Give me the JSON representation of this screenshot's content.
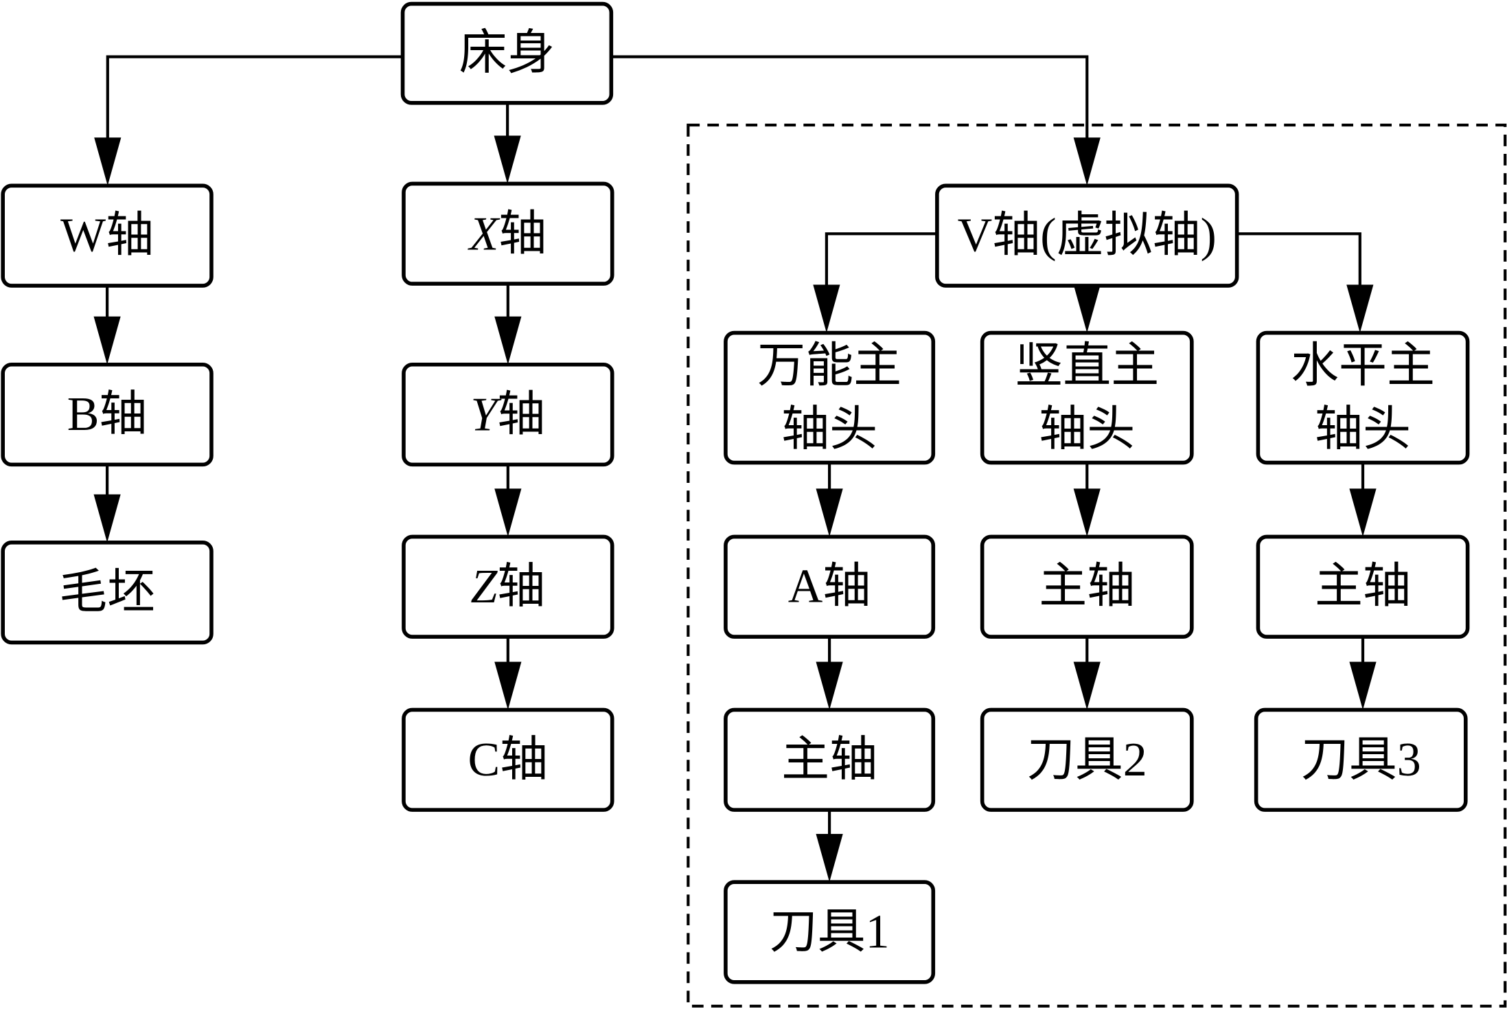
{
  "title": "机床运动链结构图",
  "colors": {
    "stroke": "#000000",
    "background": "#ffffff"
  },
  "group": {
    "name": "spindle-head-group",
    "style": "dashed"
  },
  "nodes": [
    {
      "id": "bed",
      "lines": [
        "床身"
      ]
    },
    {
      "id": "w_axis",
      "lines": [
        "W轴"
      ]
    },
    {
      "id": "b_axis",
      "lines": [
        "B轴"
      ]
    },
    {
      "id": "blank",
      "lines": [
        "毛坯"
      ]
    },
    {
      "id": "x_axis",
      "lines": [
        "X轴"
      ],
      "italic_prefix": "X"
    },
    {
      "id": "y_axis",
      "lines": [
        "Y轴"
      ],
      "italic_prefix": "Y"
    },
    {
      "id": "z_axis",
      "lines": [
        "Z轴"
      ],
      "italic_prefix": "Z"
    },
    {
      "id": "c_axis",
      "lines": [
        "C轴"
      ]
    },
    {
      "id": "v_axis",
      "lines": [
        "V轴(虚拟轴)"
      ]
    },
    {
      "id": "universal_head",
      "lines": [
        "万能主",
        "轴头"
      ]
    },
    {
      "id": "vertical_head",
      "lines": [
        "竖直主",
        "轴头"
      ]
    },
    {
      "id": "horizontal_head",
      "lines": [
        "水平主",
        "轴头"
      ]
    },
    {
      "id": "a_axis",
      "lines": [
        "A轴"
      ]
    },
    {
      "id": "spindle_1",
      "lines": [
        "主轴"
      ]
    },
    {
      "id": "tool_1",
      "lines": [
        "刀具1"
      ]
    },
    {
      "id": "spindle_2",
      "lines": [
        "主轴"
      ]
    },
    {
      "id": "tool_2",
      "lines": [
        "刀具2"
      ]
    },
    {
      "id": "spindle_3",
      "lines": [
        "主轴"
      ]
    },
    {
      "id": "tool_3",
      "lines": [
        "刀具3"
      ]
    }
  ],
  "edges": [
    {
      "from": "bed",
      "to": "w_axis"
    },
    {
      "from": "bed",
      "to": "x_axis"
    },
    {
      "from": "bed",
      "to": "v_axis"
    },
    {
      "from": "w_axis",
      "to": "b_axis"
    },
    {
      "from": "b_axis",
      "to": "blank"
    },
    {
      "from": "x_axis",
      "to": "y_axis"
    },
    {
      "from": "y_axis",
      "to": "z_axis"
    },
    {
      "from": "z_axis",
      "to": "c_axis"
    },
    {
      "from": "v_axis",
      "to": "universal_head"
    },
    {
      "from": "v_axis",
      "to": "vertical_head"
    },
    {
      "from": "v_axis",
      "to": "horizontal_head"
    },
    {
      "from": "universal_head",
      "to": "a_axis"
    },
    {
      "from": "a_axis",
      "to": "spindle_1"
    },
    {
      "from": "spindle_1",
      "to": "tool_1"
    },
    {
      "from": "vertical_head",
      "to": "spindle_2"
    },
    {
      "from": "spindle_2",
      "to": "tool_2"
    },
    {
      "from": "horizontal_head",
      "to": "spindle_3"
    },
    {
      "from": "spindle_3",
      "to": "tool_3"
    }
  ]
}
